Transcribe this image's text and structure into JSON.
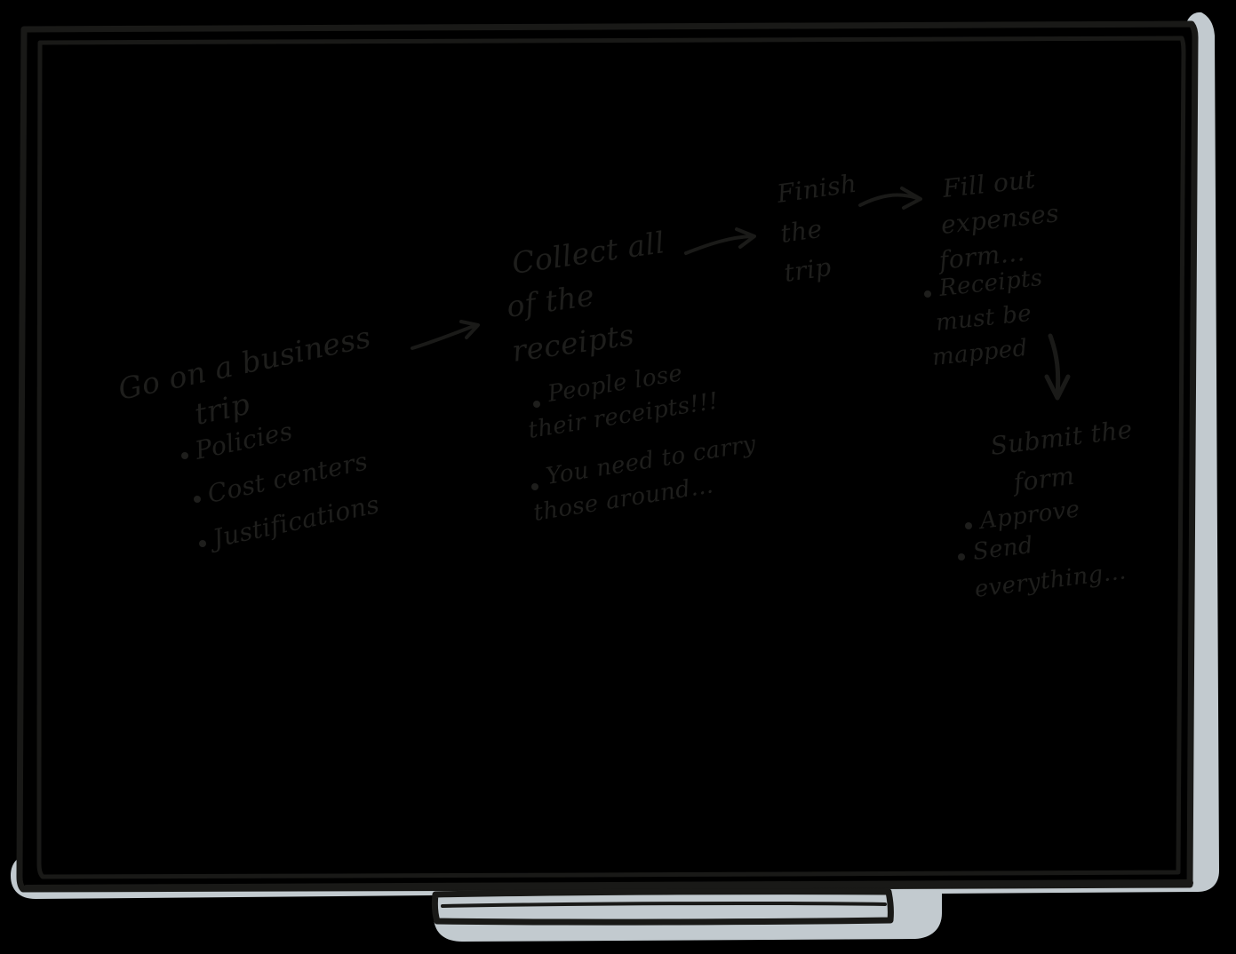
{
  "scene": {
    "kind": "whiteboard-sketch",
    "title": "Business trip expense process whiteboard",
    "board_color": "#000000",
    "ink_color": "#1e1e1c",
    "shadow_color": "#ccd5da",
    "frame_color": "#191917"
  },
  "board": {
    "stand_present": true
  },
  "notes": [
    {
      "id": "note-go-on-trip",
      "heading_lines": [
        "Go on a business",
        "trip"
      ],
      "bullets": [
        "Policies",
        "Cost centers",
        "Justifications"
      ]
    },
    {
      "id": "note-collect-receipts",
      "heading_lines": [
        "Collect all",
        "of the",
        "receipts"
      ],
      "bullets": [
        "People lose their receipts!!!",
        "You need to carry those around..."
      ],
      "bullet_lines": [
        [
          "People lose",
          "their receipts!!!"
        ],
        [
          "You need to carry",
          "those around..."
        ]
      ]
    },
    {
      "id": "note-finish-trip",
      "heading_lines": [
        "Finish",
        "the",
        "trip"
      ],
      "bullets": []
    },
    {
      "id": "note-fill-out-form",
      "heading_lines": [
        "Fill out",
        "expenses",
        "form..."
      ],
      "bullets": [
        "Receipts must be mapped"
      ],
      "bullet_lines": [
        [
          "Receipts",
          "must be",
          "mapped"
        ]
      ]
    },
    {
      "id": "note-submit-form",
      "heading_lines": [
        "Submit the",
        "form"
      ],
      "bullets": [
        "Approve",
        "Send everything..."
      ],
      "bullet_lines": [
        [
          "Approve"
        ],
        [
          "Send",
          "everything..."
        ]
      ]
    }
  ],
  "connectors": [
    {
      "id": "arrow-trip-to-receipts",
      "from": "note-go-on-trip",
      "to": "note-collect-receipts",
      "shape": "straight-up-right"
    },
    {
      "id": "arrow-receipts-to-finish",
      "from": "note-collect-receipts",
      "to": "note-finish-trip",
      "shape": "curved-right"
    },
    {
      "id": "arrow-finish-to-form",
      "from": "note-finish-trip",
      "to": "note-fill-out-form",
      "shape": "curved-right"
    },
    {
      "id": "arrow-form-to-submit",
      "from": "note-fill-out-form",
      "to": "note-submit-form",
      "shape": "curved-down"
    }
  ]
}
